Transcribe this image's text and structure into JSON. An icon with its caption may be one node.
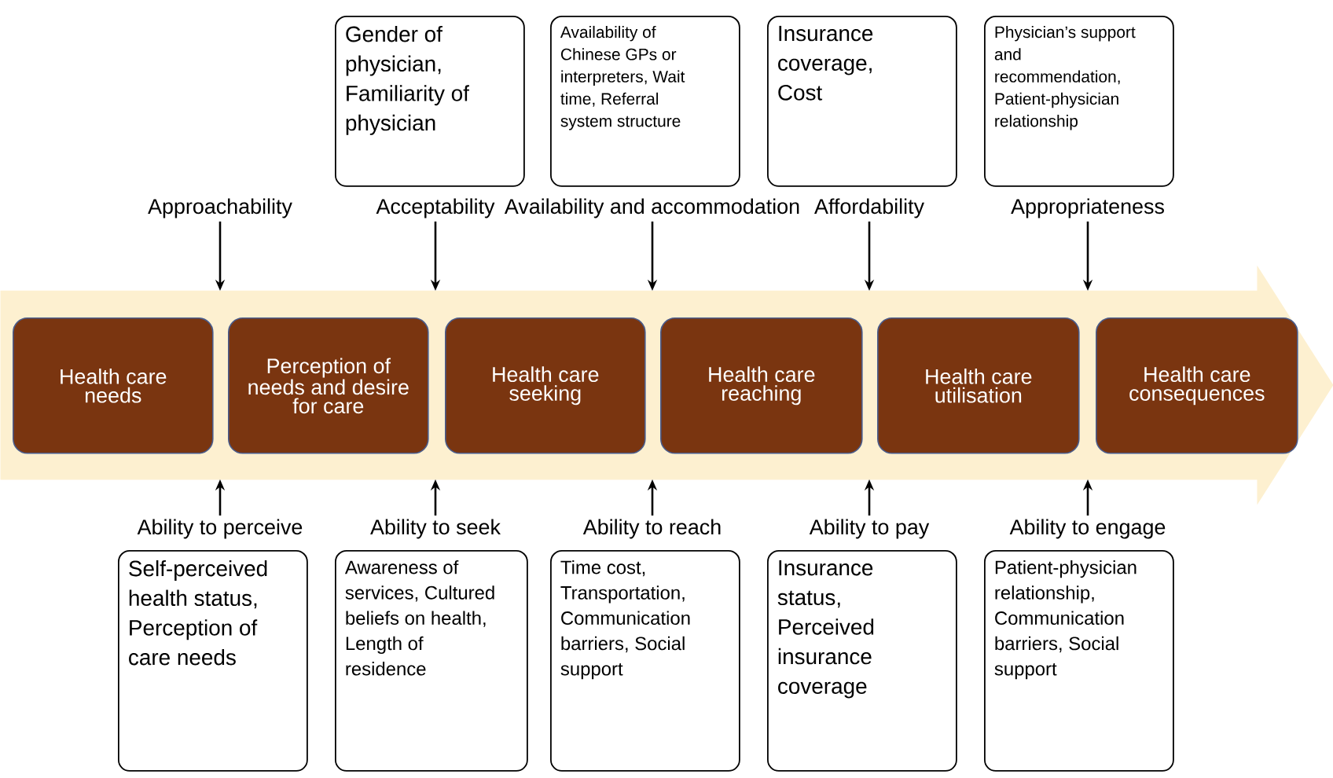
{
  "diagram": {
    "nodes": [
      {
        "text": [
          "Gender of physician, Familiarity of physician"
        ]
      },
      {
        "text": [
          "Availability of Chinese GPs or interpreters, Wait time, Referral system structure"
        ]
      },
      {
        "text": [
          "Insurance coverage, Cost"
        ]
      },
      {
        "text": [
          "Physician’s support and recommendation, Patient-physician relationship"
        ]
      },
      {
        "text": [
          "Approachability"
        ]
      },
      {
        "text": [
          "Acceptability"
        ]
      },
      {
        "text": [
          "Availability and accommodation"
        ]
      },
      {
        "text": [
          "Affordability"
        ]
      },
      {
        "text": [
          "Appropriateness"
        ]
      },
      {
        "text": [],
        "shape": "arrow"
      },
      {
        "text": [
          "Health care needs"
        ],
        "in": 9
      },
      {
        "text": [
          "Perception of needs and desire for care"
        ],
        "in": 9
      },
      {
        "text": [
          "Health care seeking"
        ],
        "in": 9
      },
      {
        "text": [
          "Health care reaching"
        ],
        "in": 9
      },
      {
        "text": [
          "Health care utilisation"
        ],
        "in": 9
      },
      {
        "text": [
          "Health care consequences"
        ],
        "in": 9
      },
      {
        "text": [
          "Ability to perceive"
        ]
      },
      {
        "text": [
          "Ability to seek"
        ]
      },
      {
        "text": [
          "Ability to reach"
        ]
      },
      {
        "text": [
          "Ability to pay"
        ]
      },
      {
        "text": [
          "Ability to engage"
        ]
      },
      {
        "text": [
          "Self-perceived health status, Perception of care needs"
        ]
      },
      {
        "text": [
          "Awareness of services, Cultured beliefs on health, Length of residence"
        ]
      },
      {
        "text": [
          "Time cost, Transportation, Communication barriers, Social support"
        ]
      },
      {
        "text": [
          "Insurance status, Perceived insurance coverage"
        ]
      },
      {
        "text": [
          "Patient-physician relationship, Communication barriers, Social support"
        ]
      }
    ],
    "edges": [
      {
        "from": 4,
        "to": 9,
        "arrow": "to"
      },
      {
        "from": 5,
        "to": 9,
        "arrow": "to"
      },
      {
        "from": 6,
        "to": 9,
        "arrow": "to"
      },
      {
        "from": 7,
        "to": 9,
        "arrow": "to"
      },
      {
        "from": 8,
        "to": 9,
        "arrow": "to"
      },
      {
        "from": 16,
        "to": 9,
        "arrow": "to"
      },
      {
        "from": 17,
        "to": 9,
        "arrow": "to"
      },
      {
        "from": 18,
        "to": 9,
        "arrow": "to"
      },
      {
        "from": 19,
        "to": 9,
        "arrow": "to"
      },
      {
        "from": 20,
        "to": 9,
        "arrow": "to"
      }
    ]
  }
}
